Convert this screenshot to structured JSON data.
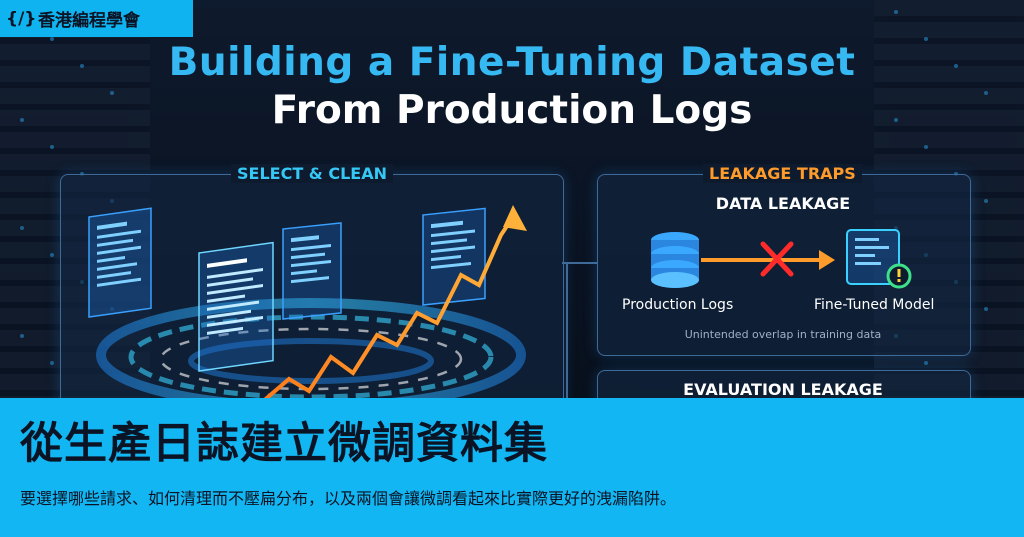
{
  "brand": {
    "logo_glyph": "{/}",
    "name": "香港編程學會"
  },
  "hero": {
    "title_line1": "Building a Fine-Tuning Dataset",
    "title_line2": "From Production Logs",
    "left_panel": {
      "heading": "SELECT & CLEAN"
    },
    "right_panel": {
      "heading": "LEAKAGE TRAPS",
      "subheading": "DATA LEAKAGE",
      "source_label": "Production Logs",
      "target_label": "Fine-Tuned Model",
      "caption": "Unintended overlap in training data"
    },
    "eval_panel": {
      "heading": "EVALUATION LEAKAGE"
    }
  },
  "article": {
    "title": "從生產日誌建立微調資料集",
    "summary": "要選擇哪些請求、如何清理而不壓扁分布，以及兩個會讓微調看起來比實際更好的洩漏陷阱。"
  },
  "colors": {
    "accent_blue": "#12b6f2",
    "title_blue": "#36b9f2",
    "warning_orange": "#ff9b2a",
    "danger_red": "#ff2b2b",
    "dark_bg": "#0b1424"
  },
  "icons": [
    "logo-icon",
    "database-icon",
    "cross-icon",
    "arrow-right-icon",
    "model-icon",
    "alert-icon",
    "trend-arrow-icon",
    "log-document-icon"
  ]
}
